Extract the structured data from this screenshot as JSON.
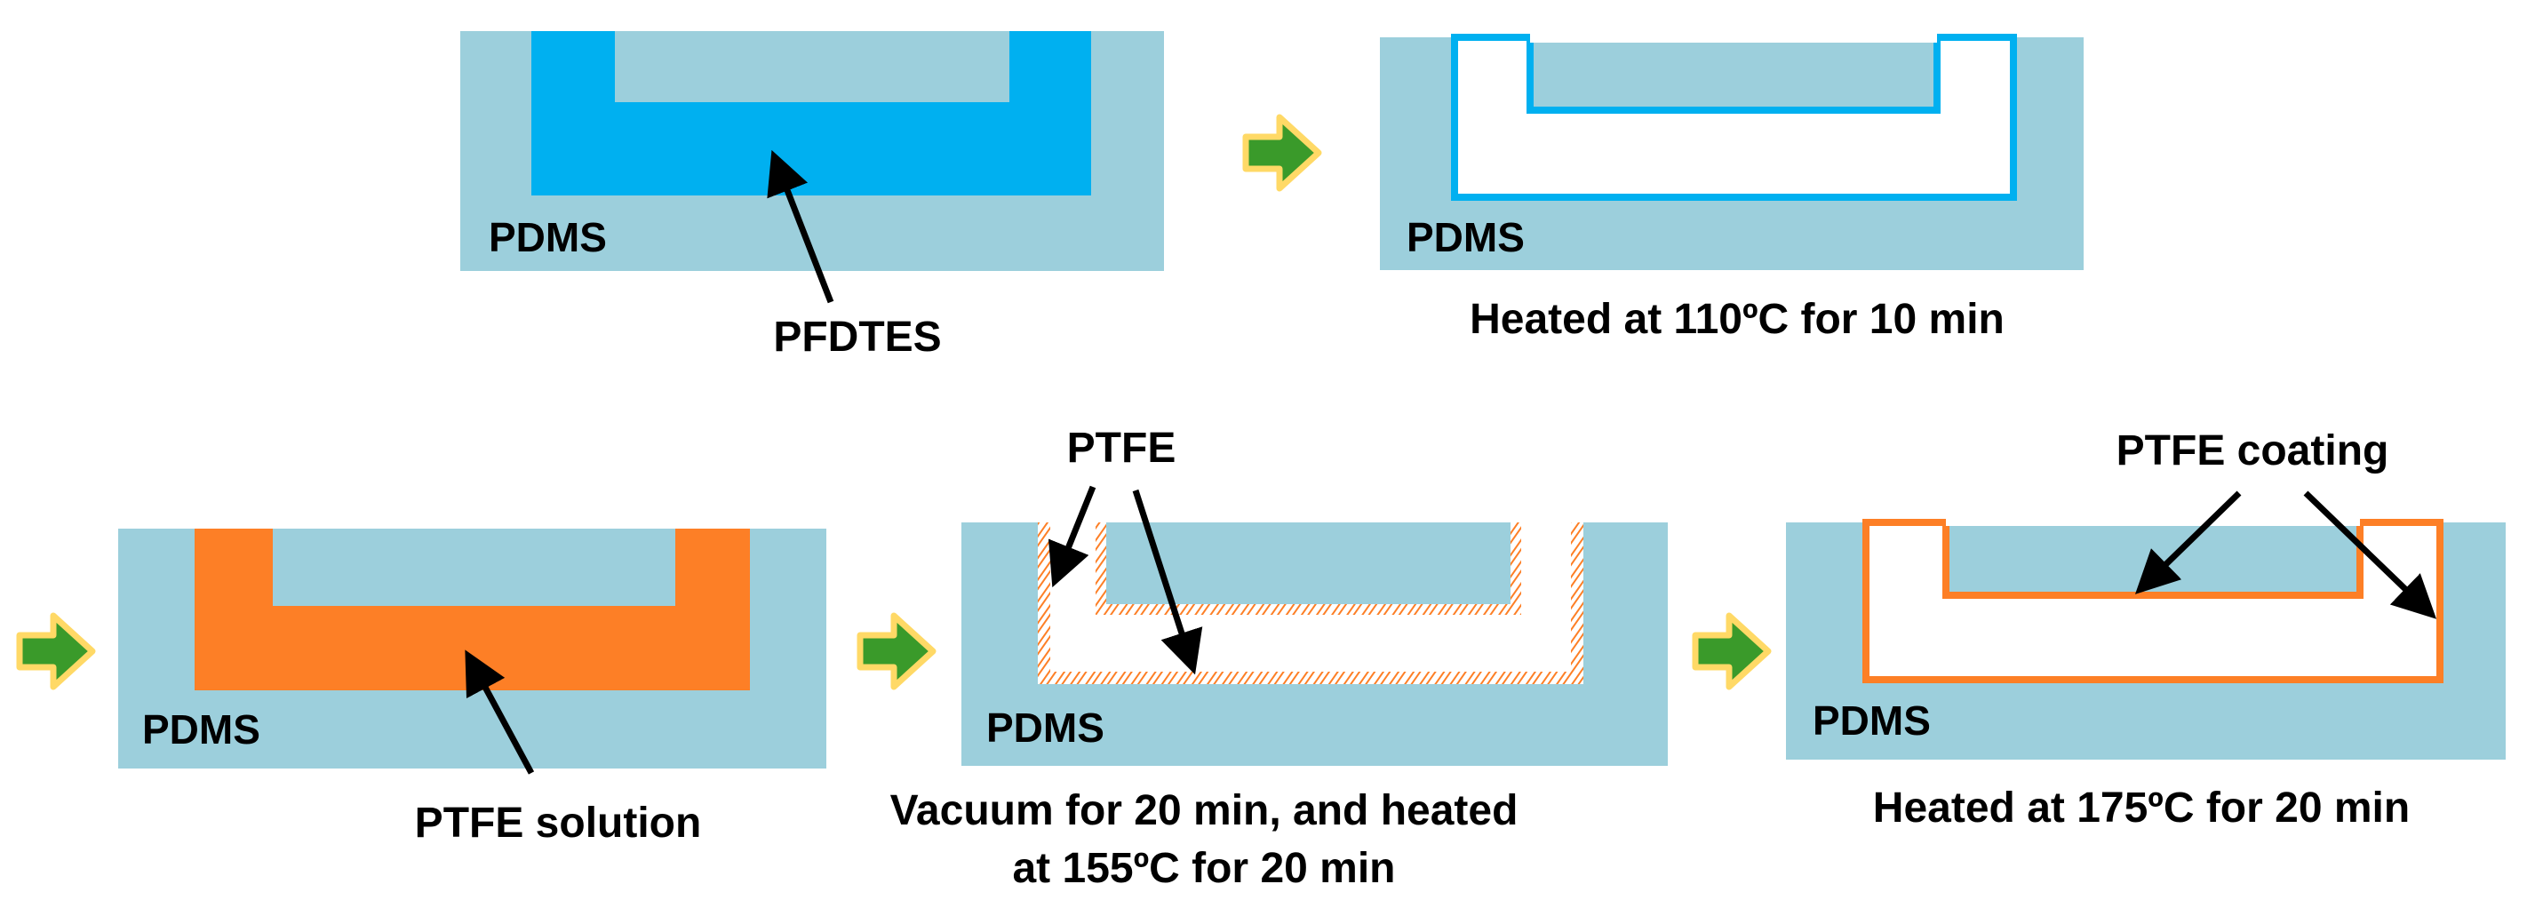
{
  "labels": {
    "pdms": "PDMS",
    "pfdtes": "PFDTES",
    "step2_caption": "Heated at 110ºC  for 10 min",
    "ptfe_solution": "PTFE solution",
    "ptfe": "PTFE",
    "step4_caption_line1": "Vacuum for 20 min, and heated",
    "step4_caption_line2": "at 155ºC for 20 min",
    "ptfe_coating": "PTFE coating",
    "step5_caption": "Heated at 175ºC for 20 min"
  },
  "colors": {
    "pdms": "#9ccfdc",
    "pfdtes": "#00b0f0",
    "ptfe": "#fd7f26",
    "arrow_fill": "#3a9a2a",
    "arrow_outline": "#ffd966",
    "background": "#ffffff",
    "text": "#000000"
  },
  "icons": {
    "process_arrow": "right-block-arrow-icon",
    "pointer": "pointer-arrow-icon"
  }
}
